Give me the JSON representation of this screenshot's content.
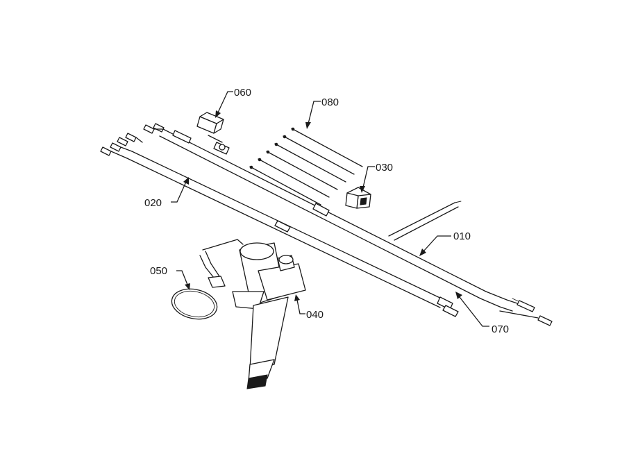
{
  "labels": {
    "p010": "010",
    "p020": "020",
    "p030": "030",
    "p040": "040",
    "p050": "050",
    "p060": "060",
    "p070": "070",
    "p080": "080"
  }
}
